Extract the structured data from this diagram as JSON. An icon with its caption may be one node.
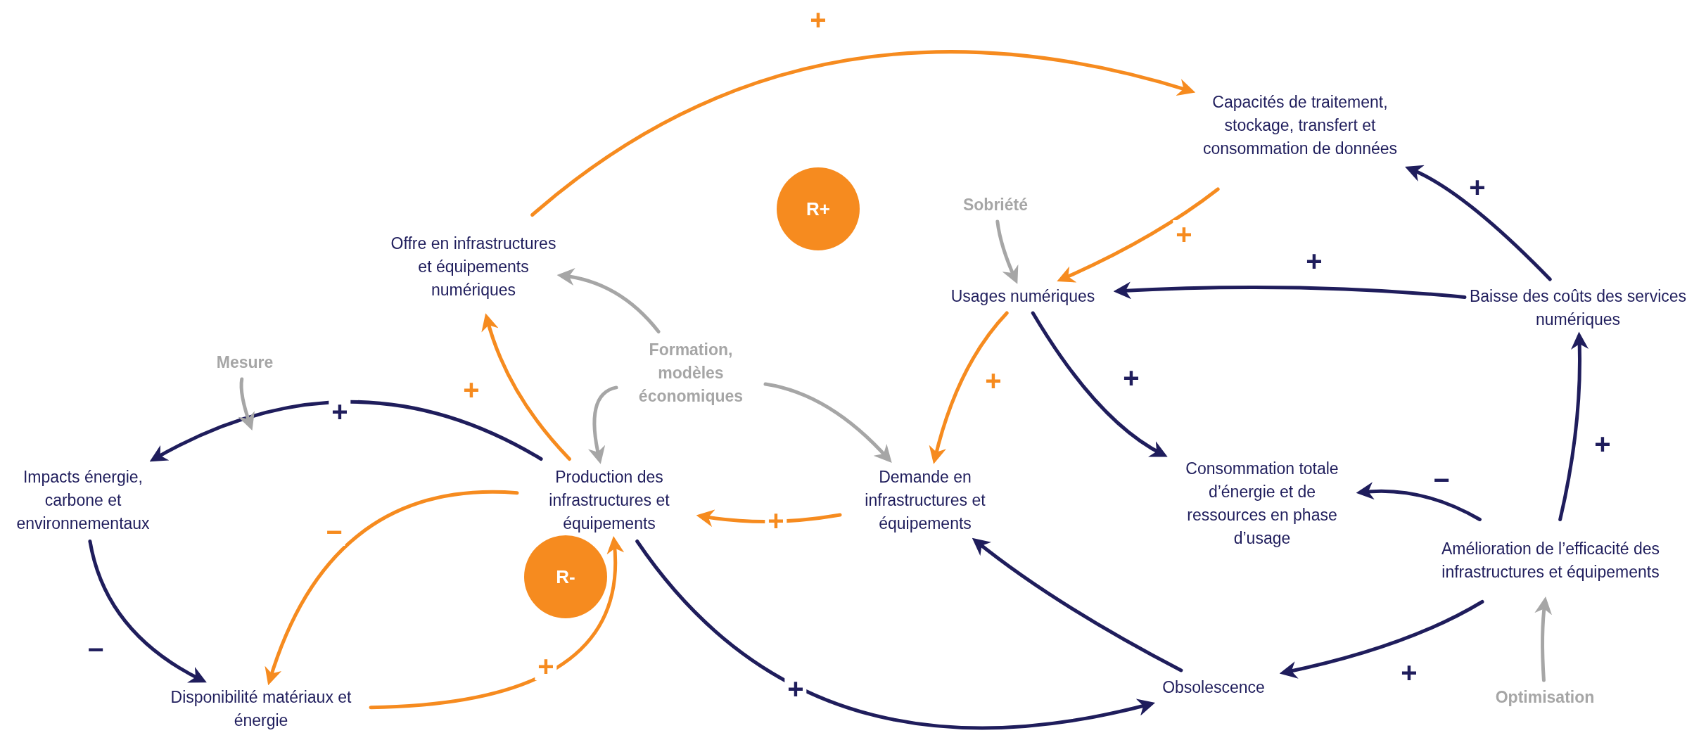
{
  "diagram": {
    "nodes": [
      {
        "text": [
          "Capacités de traitement, stockage, transfert et consommation de données"
        ]
      },
      {
        "text": [
          "Offre en infrastructures et équipements numériques"
        ]
      },
      {
        "text": [
          "Sobriété"
        ]
      },
      {
        "text": [
          "Usages numériques"
        ]
      },
      {
        "text": [
          "Baisse des coûts des services numériques"
        ]
      },
      {
        "text": [
          "Mesure"
        ]
      },
      {
        "text": [
          "Formation, modèles économiques"
        ]
      },
      {
        "text": [
          "Impacts énergie, carbone et environnementaux"
        ]
      },
      {
        "text": [
          "Production des infrastructures et équipements"
        ]
      },
      {
        "text": [
          "Demande en infrastructures et équipements"
        ]
      },
      {
        "text": [
          "Consommation totale d’énergie et de ressources en phase d’usage"
        ]
      },
      {
        "text": [
          "Amélioration de l’efficacité des infrastructures et équipements"
        ]
      },
      {
        "text": [
          "Disponibilité matériaux et énergie"
        ]
      },
      {
        "text": [
          "Obsolescence"
        ]
      },
      {
        "text": [
          "Optimisation"
        ]
      },
      {
        "text": [
          "R+"
        ]
      },
      {
        "text": [
          "R-"
        ]
      }
    ],
    "edges": [
      {
        "from": 1,
        "to": 0,
        "arrow": "to",
        "label": "+",
        "color": "#f68b1f"
      },
      {
        "from": 0,
        "to": 3,
        "arrow": "to",
        "label": "+",
        "color": "#f68b1f"
      },
      {
        "from": 3,
        "to": 9,
        "arrow": "to",
        "label": "+",
        "color": "#f68b1f"
      },
      {
        "from": 9,
        "to": 8,
        "arrow": "to",
        "label": "+",
        "color": "#f68b1f"
      },
      {
        "from": 8,
        "to": 1,
        "arrow": "to",
        "label": "+",
        "color": "#f68b1f"
      },
      {
        "from": 8,
        "to": 12,
        "arrow": "to",
        "label": "−",
        "color": "#f68b1f"
      },
      {
        "from": 12,
        "to": 8,
        "arrow": "to",
        "label": "+",
        "color": "#f68b1f"
      },
      {
        "from": 8,
        "to": 7,
        "arrow": "to",
        "label": "+"
      },
      {
        "from": 7,
        "to": 12,
        "arrow": "to",
        "label": "−"
      },
      {
        "from": 5,
        "to": null,
        "arrow": "to",
        "color": "#a6a6a6"
      },
      {
        "from": 2,
        "to": 3,
        "arrow": "to",
        "color": "#a6a6a6"
      },
      {
        "from": 6,
        "to": 1,
        "arrow": "to",
        "color": "#a6a6a6"
      },
      {
        "from": 6,
        "to": 8,
        "arrow": "to",
        "color": "#a6a6a6"
      },
      {
        "from": 6,
        "to": 9,
        "arrow": "to",
        "color": "#a6a6a6"
      },
      {
        "from": 3,
        "to": 10,
        "arrow": "to",
        "label": "+"
      },
      {
        "from": 4,
        "to": 0,
        "arrow": "to",
        "label": "+"
      },
      {
        "from": 4,
        "to": 3,
        "arrow": "to",
        "label": "+"
      },
      {
        "from": 11,
        "to": 4,
        "arrow": "to",
        "label": "+"
      },
      {
        "from": 11,
        "to": 10,
        "arrow": "to",
        "label": "−"
      },
      {
        "from": 11,
        "to": 13,
        "arrow": "to",
        "label": "+"
      },
      {
        "from": 13,
        "to": 9,
        "arrow": "to"
      },
      {
        "from": 8,
        "to": 13,
        "arrow": "to",
        "label": "+"
      },
      {
        "from": 14,
        "to": 11,
        "arrow": "to",
        "color": "#a6a6a6"
      }
    ]
  }
}
